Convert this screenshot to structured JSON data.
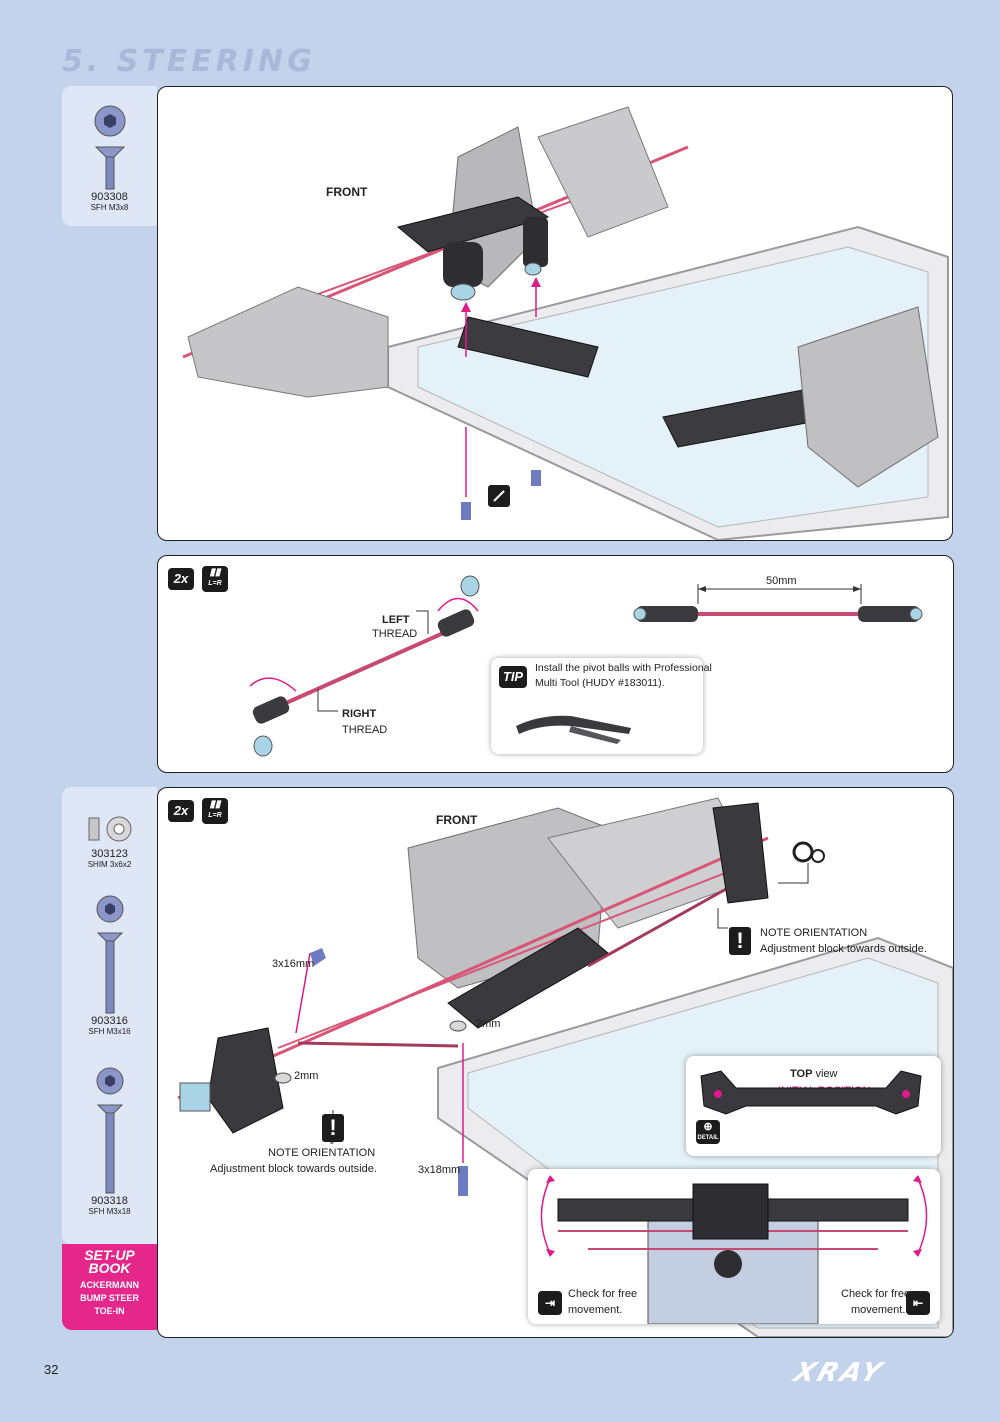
{
  "section_title": "5. STEERING",
  "page_number": "32",
  "brand": "XRAY",
  "step1": {
    "parts": [
      {
        "number": "903308",
        "desc": "SFH M3x8"
      }
    ],
    "front_label": "FRONT"
  },
  "step2": {
    "qty": "2x",
    "lr_label": "L=R",
    "left_thread_1": "LEFT",
    "left_thread_2": "THREAD",
    "right_thread_1": "RIGHT",
    "right_thread_2": "THREAD",
    "length": "50mm",
    "tip_badge": "TIP",
    "tip_text_1": "Install the pivot balls with Professional",
    "tip_text_2": "Multi Tool (HUDY #183011)."
  },
  "step3": {
    "parts": [
      {
        "number": "303123",
        "desc": "SHIM 3x6x2"
      },
      {
        "number": "903316",
        "desc": "SFH M3x16"
      },
      {
        "number": "903318",
        "desc": "SFH M3x18"
      }
    ],
    "qty": "2x",
    "lr_label": "L=R",
    "front_label": "FRONT",
    "screw_3x16": "3x16mm",
    "shim_2mm_a": "2mm",
    "shim_2mm_b": "2mm",
    "screw_3x18": "3x18mm",
    "note_title": "NOTE ORIENTATION",
    "note_text": "Adjustment block towards outside.",
    "note2_title": "NOTE ORIENTATION",
    "note2_text": "Adjustment block towards outside.",
    "top_view_1": "TOP",
    "top_view_2": "view",
    "initial_position": "INITIAL POSITION",
    "detail_label": "DETAIL",
    "check_left_1": "Check for free",
    "check_left_2": "movement.",
    "check_right_1": "Check for free",
    "check_right_2": "movement."
  },
  "setup_book": {
    "title_1": "SET-UP",
    "title_2": "BOOK",
    "items": [
      "ACKERMANN",
      "BUMP STEER",
      "TOE-IN"
    ]
  },
  "colors": {
    "background": "#c3d3ec",
    "accent": "#e01a8c",
    "sidebar": "#dfe6f5"
  }
}
